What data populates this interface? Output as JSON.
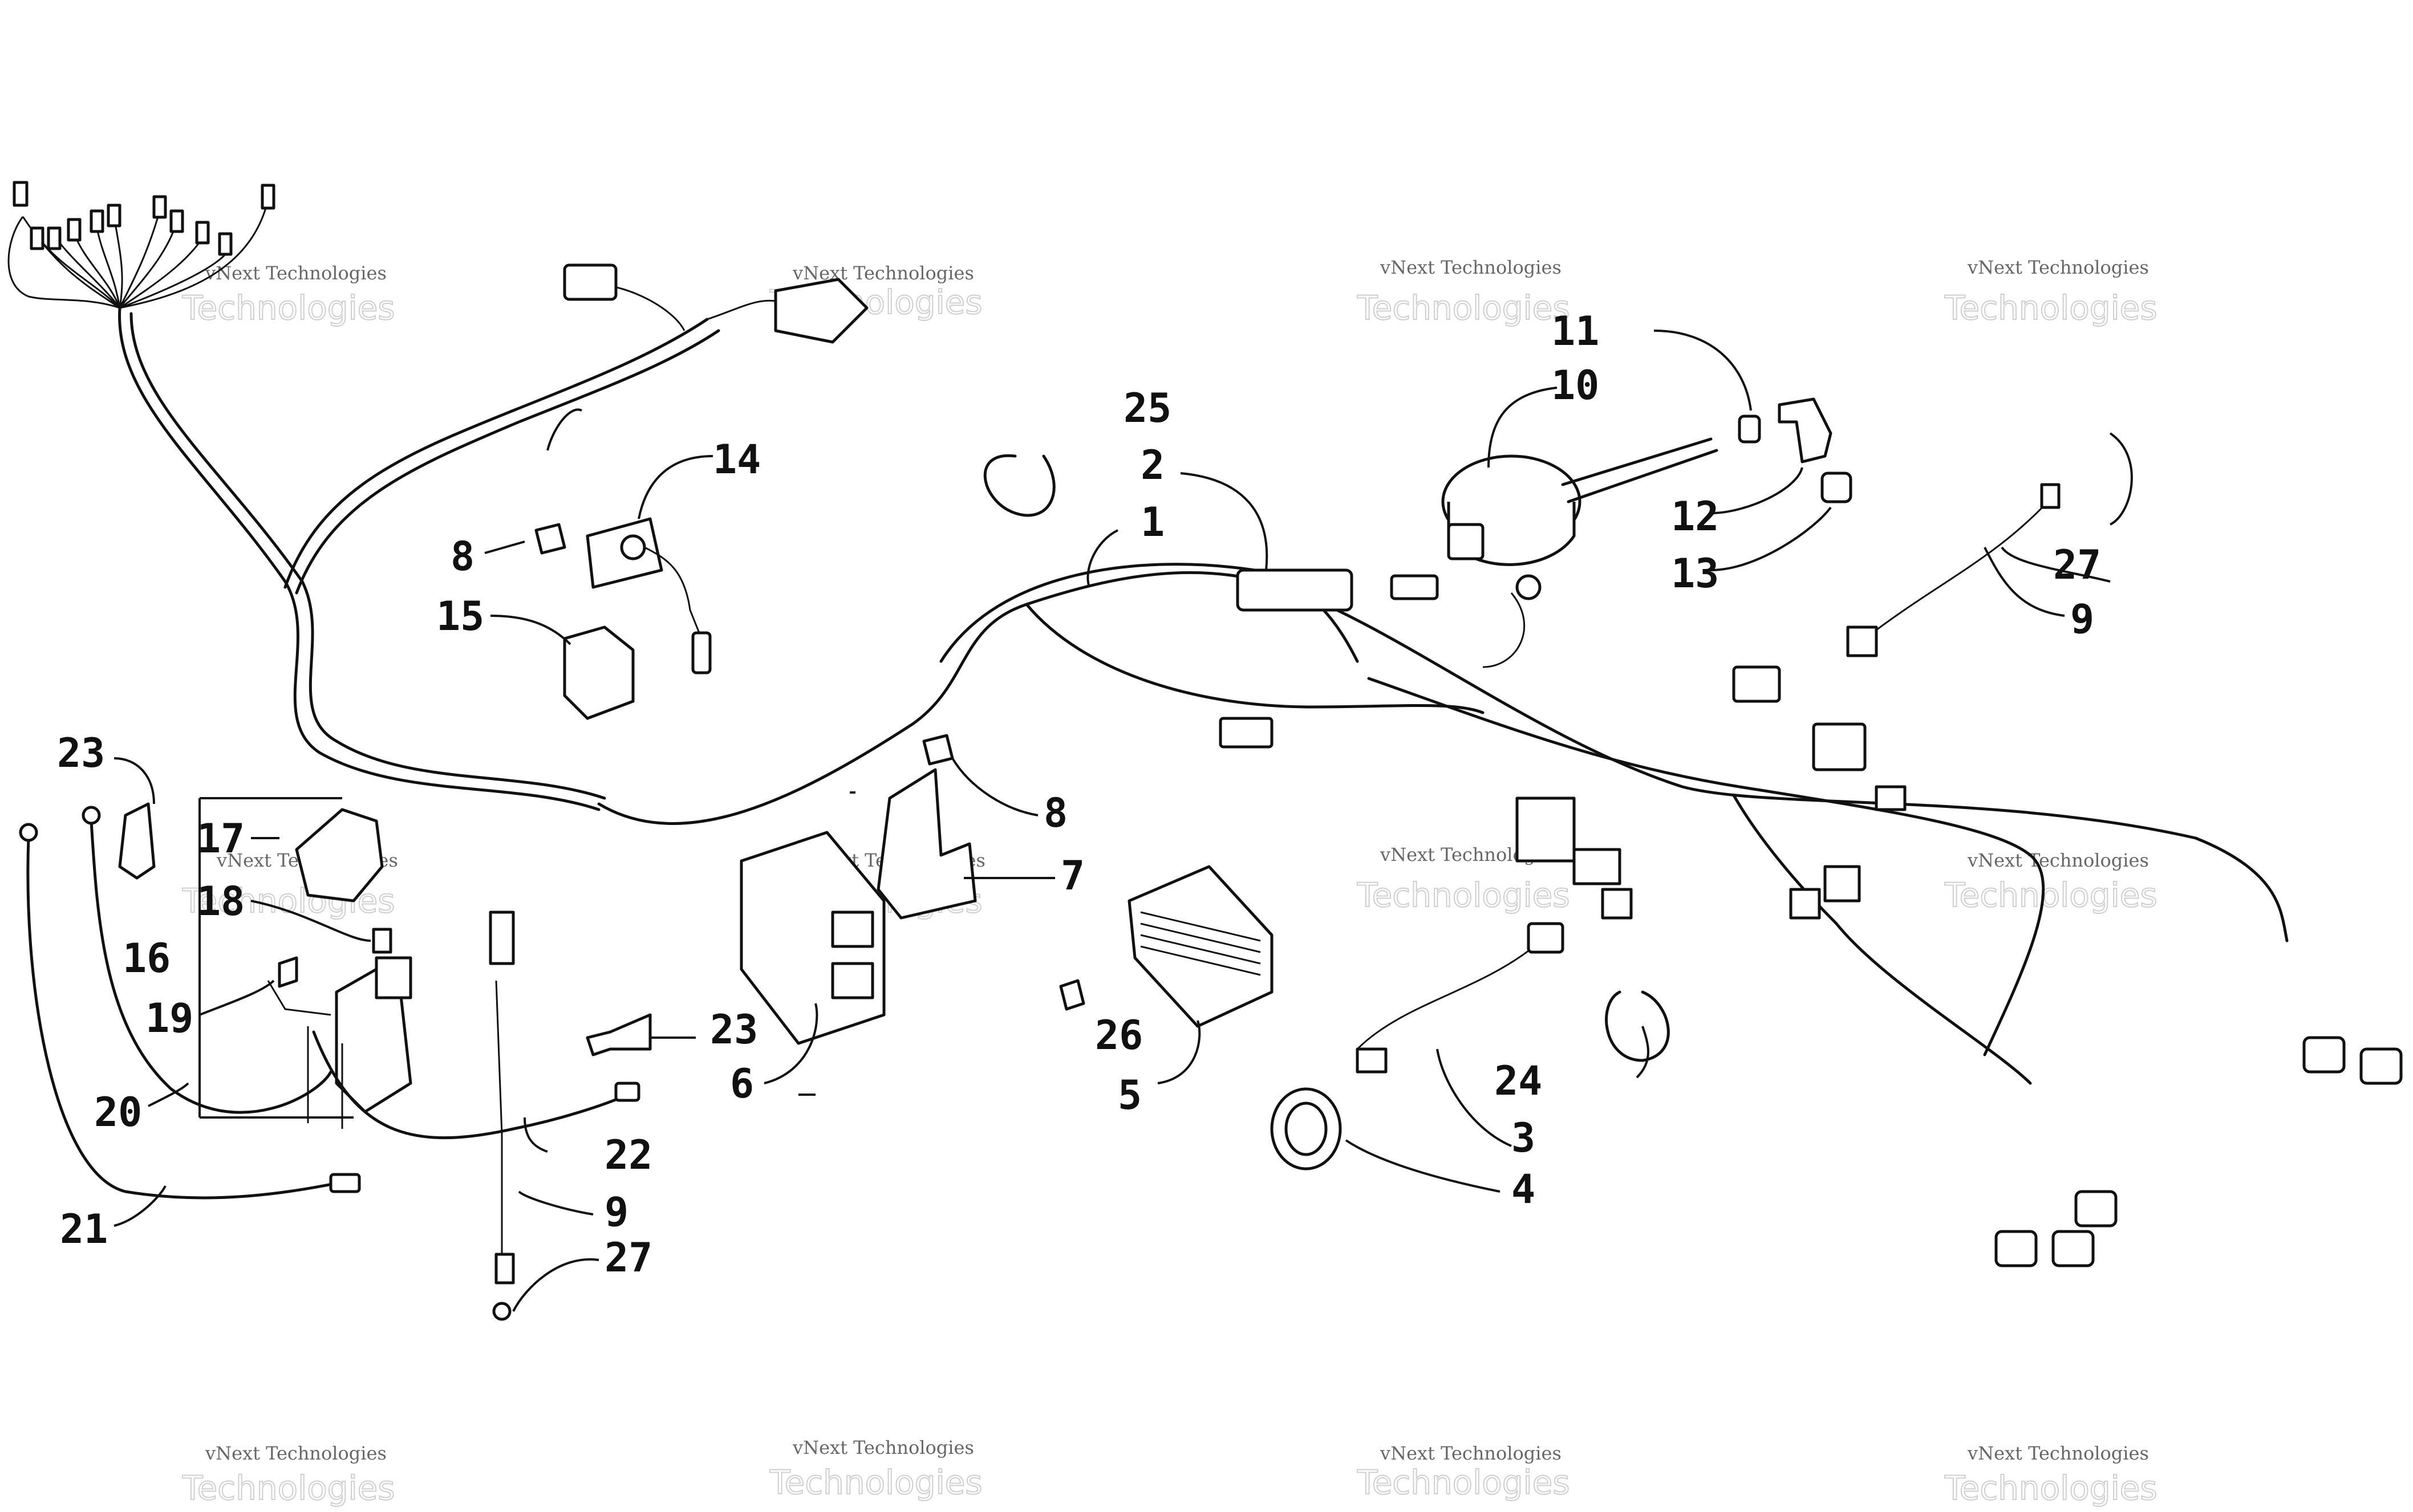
{
  "watermark": {
    "line1": "vNext Technologies",
    "line2": "Technologies"
  },
  "callouts": [
    {
      "id": "c1",
      "text": "1"
    },
    {
      "id": "c2",
      "text": "2"
    },
    {
      "id": "c3",
      "text": "3"
    },
    {
      "id": "c4",
      "text": "4"
    },
    {
      "id": "c5",
      "text": "5"
    },
    {
      "id": "c6",
      "text": "6"
    },
    {
      "id": "c7",
      "text": "7"
    },
    {
      "id": "c8a",
      "text": "8"
    },
    {
      "id": "c8b",
      "text": "8"
    },
    {
      "id": "c9a",
      "text": "9"
    },
    {
      "id": "c9b",
      "text": "9"
    },
    {
      "id": "c10",
      "text": "10"
    },
    {
      "id": "c11",
      "text": "11"
    },
    {
      "id": "c12",
      "text": "12"
    },
    {
      "id": "c13",
      "text": "13"
    },
    {
      "id": "c14",
      "text": "14"
    },
    {
      "id": "c15",
      "text": "15"
    },
    {
      "id": "c16",
      "text": "16"
    },
    {
      "id": "c17",
      "text": "17"
    },
    {
      "id": "c18",
      "text": "18"
    },
    {
      "id": "c19",
      "text": "19"
    },
    {
      "id": "c20",
      "text": "20"
    },
    {
      "id": "c21",
      "text": "21"
    },
    {
      "id": "c22",
      "text": "22"
    },
    {
      "id": "c23a",
      "text": "23"
    },
    {
      "id": "c23b",
      "text": "23"
    },
    {
      "id": "c24",
      "text": "24"
    },
    {
      "id": "c25",
      "text": "25"
    },
    {
      "id": "c26",
      "text": "26"
    },
    {
      "id": "c27a",
      "text": "27"
    },
    {
      "id": "c27b",
      "text": "27"
    }
  ]
}
